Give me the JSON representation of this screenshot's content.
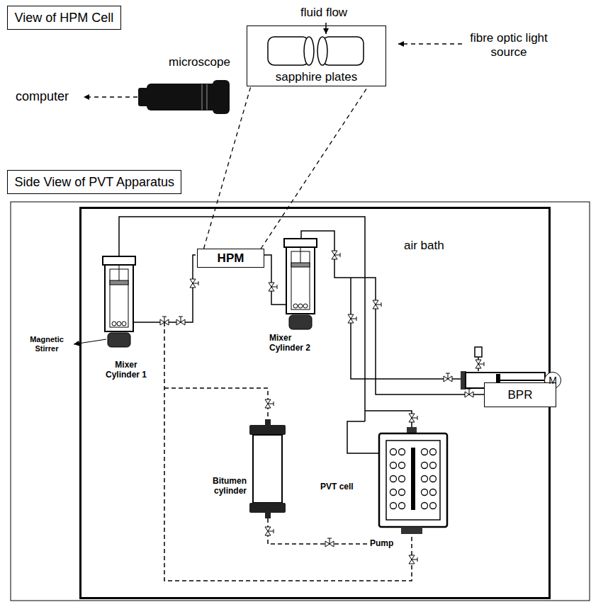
{
  "diagram": {
    "nodes": [
      {
        "text": [
          "View of HPM Cell"
        ]
      },
      {
        "text": [
          "sapphire plates"
        ]
      },
      {
        "text": [
          "Side View of PVT Apparatus"
        ]
      },
      {
        "text": [
          "air bath"
        ]
      },
      {
        "text": [
          "HPM"
        ],
        "in": 3
      },
      {
        "text": [
          "M"
        ]
      },
      {
        "text": [
          "BPR"
        ]
      }
    ],
    "edges": [
      {
        "from": 4,
        "to": 1,
        "arrow": "none"
      },
      {
        "from": 4,
        "to": 1,
        "arrow": "none"
      }
    ],
    "labels": [
      "microscope",
      "computer",
      "fluid flow",
      "fibre optic light source",
      "Magnetic Stirrer",
      "Mixer Cylinder 1",
      "Mixer Cylinder 2",
      "Bitumen cylinder",
      "PVT cell",
      "Pump"
    ]
  }
}
